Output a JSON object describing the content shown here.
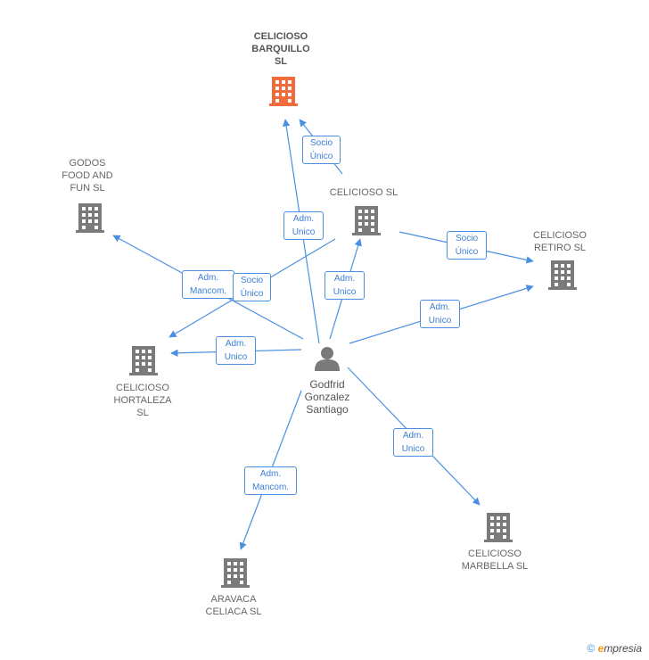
{
  "nodes": {
    "barquillo": {
      "label": "CELICIOSO\nBARQUILLO\nSL",
      "color": "#f26b3a"
    },
    "godos": {
      "label": "GODOS\nFOOD AND\nFUN  SL",
      "color": "#7a7a7a"
    },
    "celicioso": {
      "label": "CELICIOSO SL",
      "color": "#7a7a7a"
    },
    "retiro": {
      "label": "CELICIOSO\nRETIRO  SL",
      "color": "#7a7a7a"
    },
    "hortaleza": {
      "label": "CELICIOSO\nHORTALEZA\nSL",
      "color": "#7a7a7a"
    },
    "marbella": {
      "label": "CELICIOSO\nMARBELLA  SL",
      "color": "#7a7a7a"
    },
    "aravaca": {
      "label": "ARAVACA\nCELIACA  SL",
      "color": "#7a7a7a"
    },
    "person": {
      "label": "Godfrid\nGonzalez\nSantiago",
      "color": "#7a7a7a"
    }
  },
  "edges": {
    "socio_celicioso_barquillo": "Socio\nÚnico",
    "adm_person_barquillo": "Adm.\nUnico",
    "adm_person_celicioso": "Adm.\nUnico",
    "socio_celicioso_retiro": "Socio\nÚnico",
    "adm_person_retiro": "Adm.\nUnico",
    "mancom_person_godos": "Adm.\nMancom.",
    "socio_celicioso_hortaleza": "Socio\nÚnico",
    "adm_person_hortaleza": "Adm.\nUnico",
    "adm_person_marbella": "Adm.\nUnico",
    "mancom_person_aravaca": "Adm.\nMancom."
  },
  "colors": {
    "edge": "#4a90e2",
    "building": "#7a7a7a",
    "highlight": "#f26b3a"
  },
  "footer": {
    "symbol": "©",
    "brand_initial": "e",
    "brand_rest": "mpresia"
  }
}
